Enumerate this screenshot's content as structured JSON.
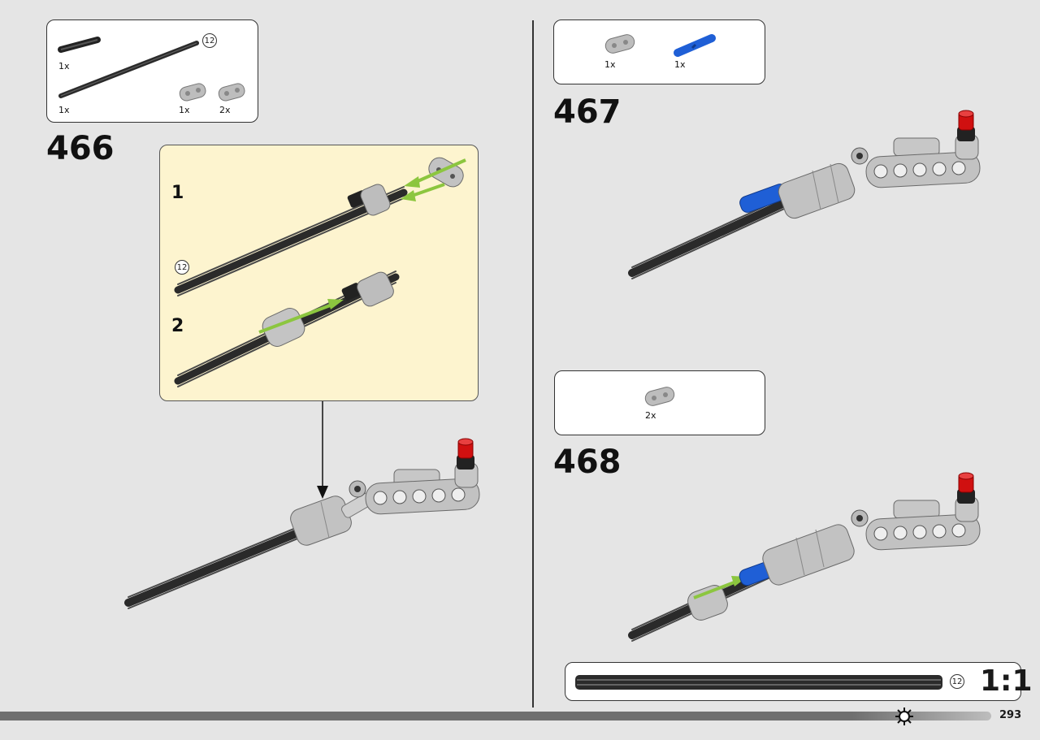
{
  "step466": {
    "number": "466",
    "parts": [
      {
        "qty": "1x",
        "icon": "axle-connector-dark"
      },
      {
        "qty": "1x",
        "icon": "axle-12-dark"
      },
      {
        "qty": "1x",
        "icon": "liftarm-2-gray"
      },
      {
        "qty": "2x",
        "icon": "liftarm-2-gray"
      }
    ],
    "axle_length": "12",
    "substeps": [
      "1",
      "2"
    ]
  },
  "step467": {
    "number": "467",
    "parts": [
      {
        "qty": "1x",
        "icon": "liftarm-2-gray"
      },
      {
        "qty": "1x",
        "icon": "pin-blue"
      }
    ]
  },
  "step468": {
    "number": "468",
    "parts": [
      {
        "qty": "2x",
        "icon": "liftarm-2-gray"
      }
    ]
  },
  "scale_ref": {
    "length": "12",
    "ratio": "1:1"
  },
  "footer": {
    "page_number": "293",
    "icon": "gear-sun-icon"
  },
  "colors": {
    "background": "#e5e5e5",
    "callout": "#fdf4cf",
    "axle": "#3a3a3a",
    "gray_part": "#b9b9b9",
    "red": "#d01010",
    "blue": "#1f5fd6",
    "arrow": "#8cc63f"
  }
}
